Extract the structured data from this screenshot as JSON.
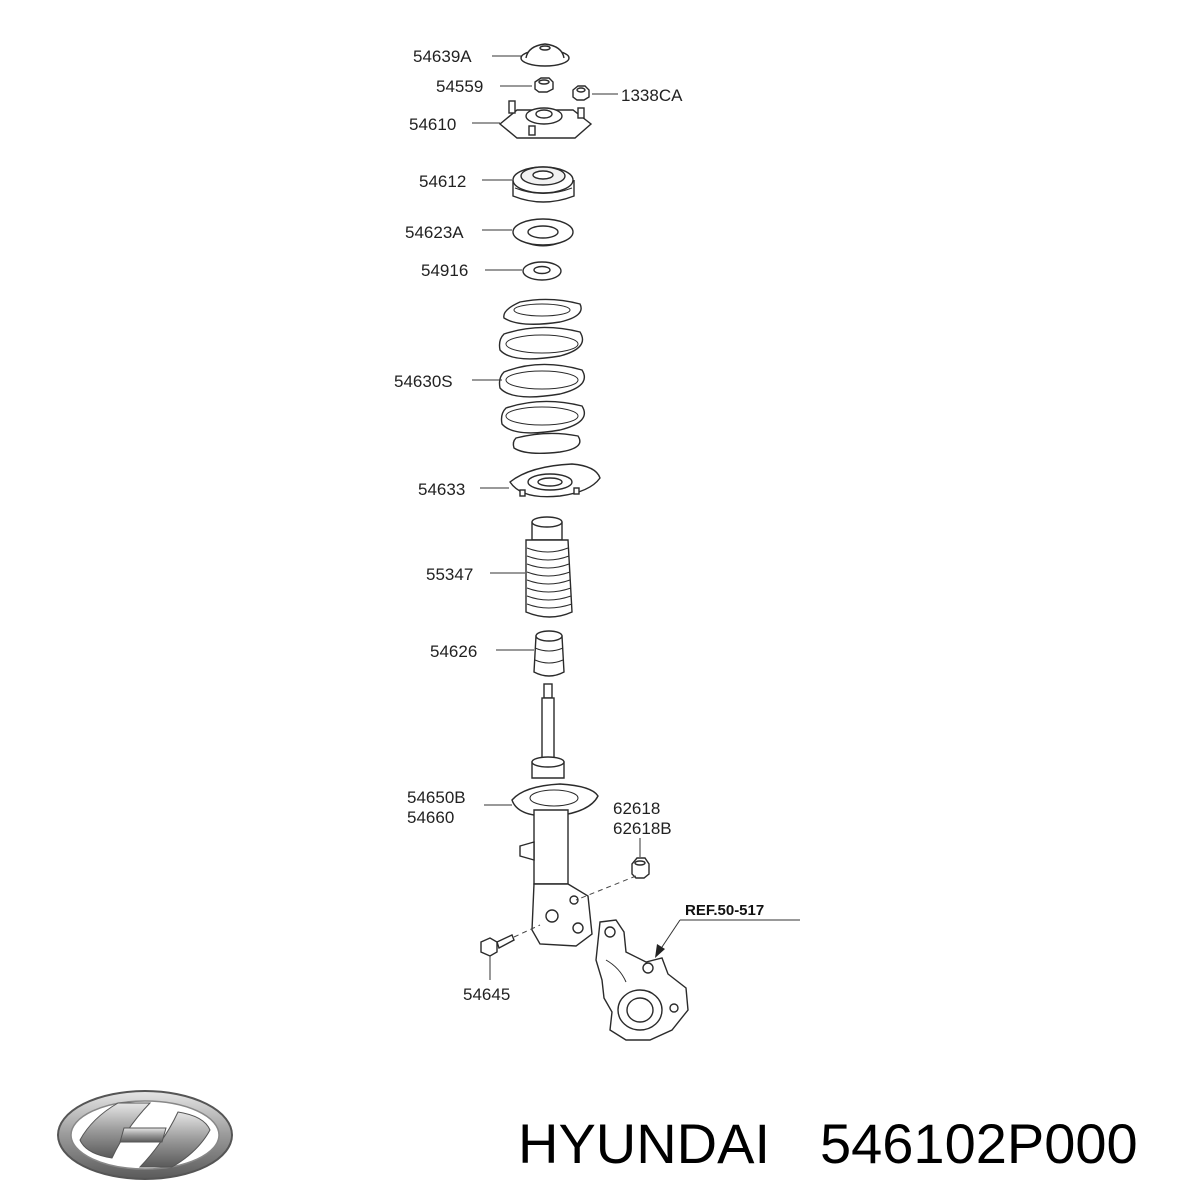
{
  "callouts": {
    "c54639A": "54639A",
    "c54559": "54559",
    "c1338CA": "1338CA",
    "c54610": "54610",
    "c54612": "54612",
    "c54623A": "54623A",
    "c54916": "54916",
    "c54630S": "54630S",
    "c54633": "54633",
    "c55347": "55347",
    "c54626": "54626",
    "c54650B": "54650B",
    "c54660": "54660",
    "c62618": "62618",
    "c62618B": "62618B",
    "c54645": "54645",
    "ref": "REF.50-517"
  },
  "caption": {
    "brand": "HYUNDAI",
    "part_number": "546102P000"
  },
  "icons": {
    "logo": "hyundai-logo-icon"
  }
}
